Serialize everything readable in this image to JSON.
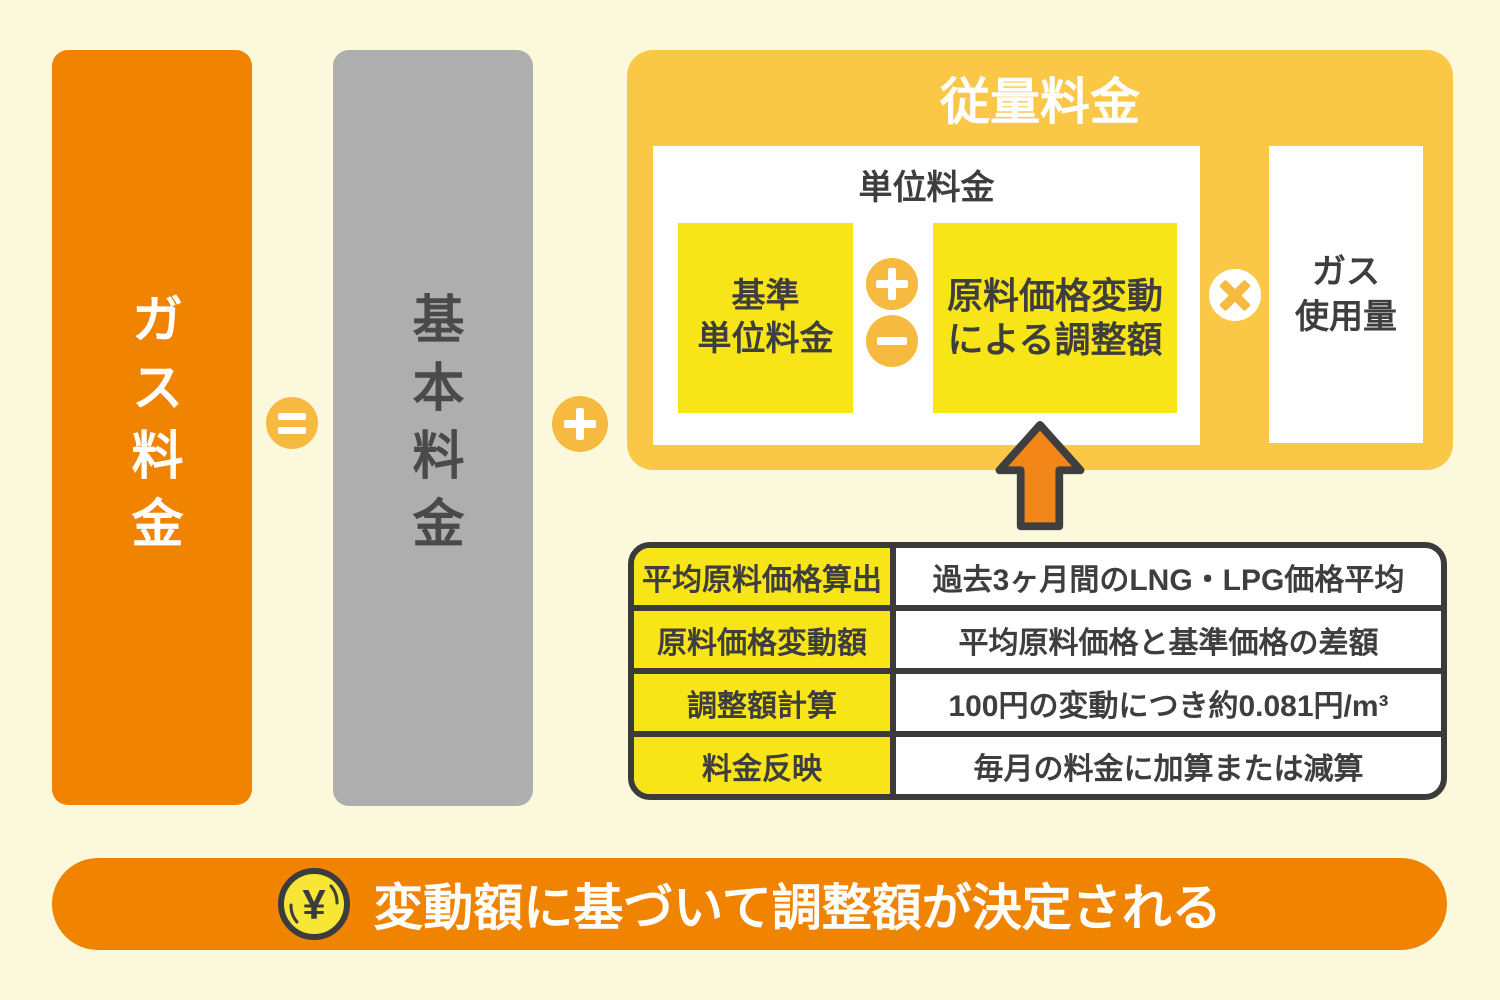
{
  "colors": {
    "background": "#FCF8DB",
    "orange": "#F08300",
    "gold": "#FAC846",
    "gold_circle": "#F5BA3F",
    "bright_yellow": "#F8E517",
    "gray_bar": "#AFAEAF",
    "dark_text": "#3E3E3E",
    "table_border": "#3B3B3B",
    "arrow_fill": "#F28618"
  },
  "formula": {
    "gas_fee": "ガス料金",
    "basic_fee": "基本料金",
    "usage_fee_title": "従量料金",
    "unit_fee_label": "単位料金",
    "standard_unit_line1": "基準",
    "standard_unit_line2": "単位料金",
    "adjustment_line1": "原料価格変動",
    "adjustment_line2": "による調整額",
    "gas_usage_line1": "ガス",
    "gas_usage_line2": "使用量"
  },
  "icons": {
    "equals": "=",
    "plus": "+",
    "minus": "−",
    "multiply": "×",
    "arrow_up": "↑",
    "yen_coin": "¥"
  },
  "adjustment_table": {
    "rows": [
      {
        "label": "平均原料価格算出",
        "value": "過去3ヶ月間のLNG・LPG価格平均"
      },
      {
        "label": "原料価格変動額",
        "value": "平均原料価格と基準価格の差額"
      },
      {
        "label": "調整額計算",
        "value": "100円の変動につき約0.081円/m³"
      },
      {
        "label": "料金反映",
        "value": "毎月の料金に加算または減算"
      }
    ]
  },
  "footer": {
    "message": "変動額に基づいて調整額が決定される"
  }
}
